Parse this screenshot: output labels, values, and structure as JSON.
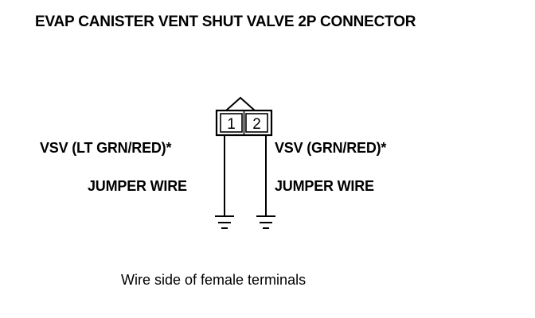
{
  "title": "EVAP CANISTER VENT SHUT VALVE 2P CONNECTOR",
  "connector": {
    "pins": [
      "1",
      "2"
    ]
  },
  "left_wire": {
    "signal_label": "VSV (LT GRN/RED)*",
    "jumper_label": "JUMPER WIRE"
  },
  "right_wire": {
    "signal_label": "VSV (GRN/RED)*",
    "jumper_label": "JUMPER WIRE"
  },
  "caption": "Wire side of female terminals"
}
